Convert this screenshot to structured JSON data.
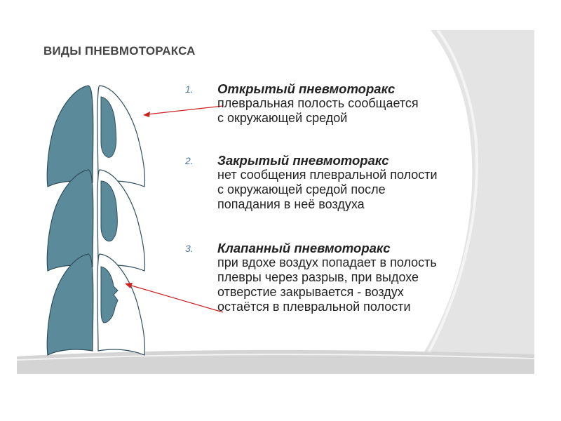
{
  "slide": {
    "title": "ВИДЫ ПНЕВМОТОРАКСА"
  },
  "items": [
    {
      "number": "1.",
      "heading": "Открытый пневмоторакс",
      "lines": [
        "плевральная полость сообщается",
        "с окружающей средой"
      ]
    },
    {
      "number": "2.",
      "heading": "Закрытый пневмоторакс",
      "lines": [
        "нет сообщения плевральной полости",
        "с окружающей средой после",
        "попадания в неё воздуха"
      ]
    },
    {
      "number": "3.",
      "heading": "Клапанный пневмоторакс",
      "lines": [
        "при вдохе воздух попадает в полость",
        "плевры через разрыв, при выдохе",
        "отверстие закрывается - воздух",
        "остаётся в плевральной полости"
      ]
    }
  ],
  "colors": {
    "lung_fill": "#5b8a9a",
    "lung_stroke": "#2f4f5c",
    "arrow": "#cc2222",
    "numbering": "#4a78b0"
  }
}
